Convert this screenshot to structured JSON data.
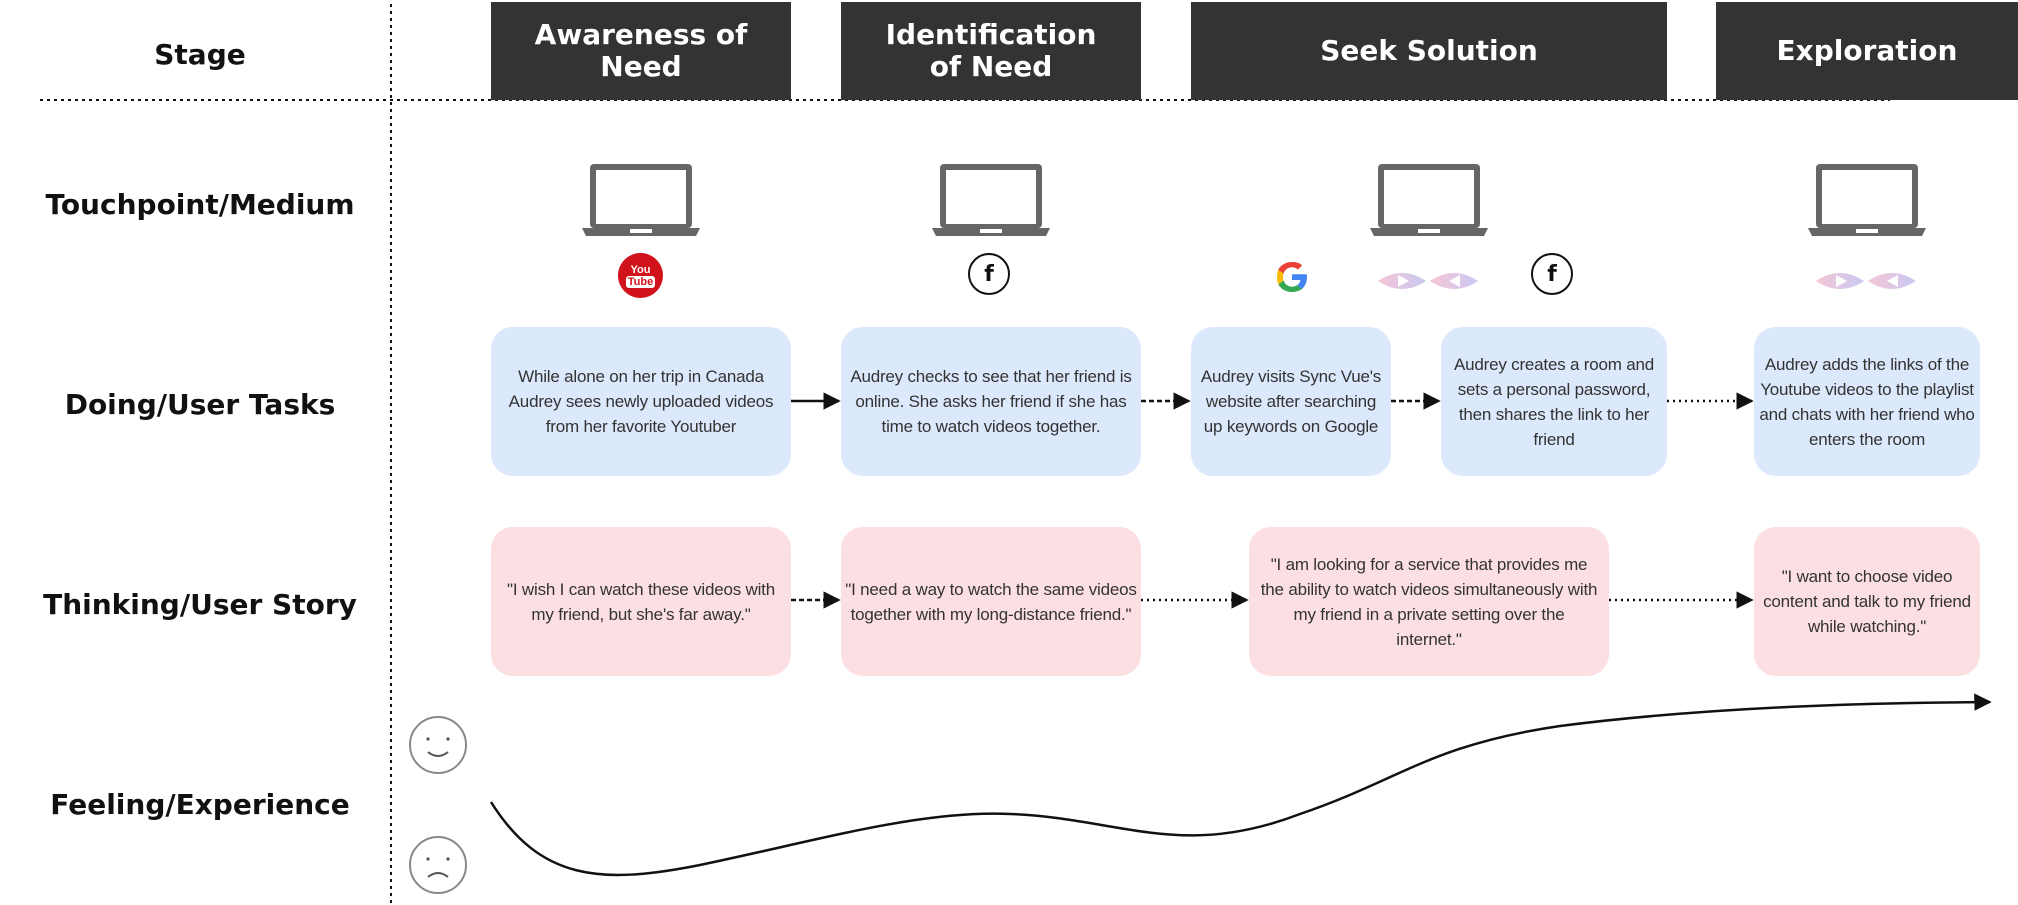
{
  "rows": {
    "stage": "Stage",
    "touchpoint": "Touchpoint/Medium",
    "doing": "Doing/User Tasks",
    "thinking": "Thinking/User Story",
    "feeling": "Feeling/Experience"
  },
  "stages": [
    {
      "label": "Awareness of Need"
    },
    {
      "label": "Identification of Need"
    },
    {
      "label": "Seek Solution"
    },
    {
      "label": "Exploration"
    }
  ],
  "touchpoints": {
    "awareness": [
      "laptop-icon",
      "youtube-icon"
    ],
    "identification": [
      "laptop-icon",
      "facebook-icon"
    ],
    "seek": [
      "laptop-icon",
      "google-icon",
      "sync-vue-logo-icon",
      "facebook-icon"
    ],
    "exploration": [
      "laptop-icon",
      "sync-vue-logo-icon"
    ],
    "youtube_text_top": "You",
    "youtube_text_bottom": "Tube",
    "facebook_letter": "f",
    "google_letter": "G"
  },
  "tasks": [
    {
      "text": "While alone on her trip in Canada Audrey sees newly uploaded videos from her favorite Youtuber"
    },
    {
      "text": "Audrey checks to see that her friend is online. She asks her friend if she has time to watch videos together."
    },
    {
      "text": "Audrey visits Sync Vue's website after searching up keywords on Google"
    },
    {
      "text": "Audrey creates a room and sets a personal password, then shares the link to her friend"
    },
    {
      "text": "Audrey adds the links of the Youtube videos to the playlist and chats with her friend who enters the room"
    }
  ],
  "stories": [
    {
      "text": "\"I wish I can watch these videos with my friend, but she's far away.\""
    },
    {
      "text": "\"I need a way to watch the same videos together with my long-distance friend.\""
    },
    {
      "text": "\"I am looking for a service that provides me the ability to watch videos simultaneously with my friend in a private setting over the internet.\""
    },
    {
      "text": "\"I want to choose video content and talk to my friend while watching.\""
    }
  ],
  "feeling": {
    "scale_top": "happy-face-icon",
    "scale_bottom": "sad-face-icon",
    "curve_levels": [
      0.18,
      0.28,
      0.38,
      0.32,
      0.45,
      0.82,
      0.92
    ],
    "stroke_color": "#111111"
  },
  "colors": {
    "stage_bg": "#333333",
    "task_bg": "#dce8fb",
    "story_bg": "#fcdfe2",
    "youtube_red": "#d0121b"
  }
}
